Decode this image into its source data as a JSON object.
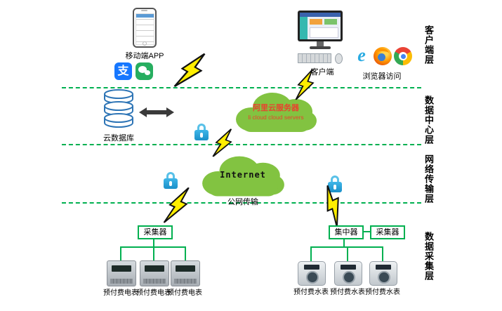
{
  "layer_labels": {
    "client": "客户端层",
    "data_center": "数据中心层",
    "network": "网络传输层",
    "collection": "数据采集层"
  },
  "client_layer": {
    "mobile_app": "移动端APP",
    "client": "客户端",
    "browser": "浏览器访问"
  },
  "data_center_layer": {
    "cloud_db": "云数据库",
    "aliyun_cloud_line1": "阿里云服务器",
    "aliyun_cloud_line2": "li cloud  cloud servers"
  },
  "network_layer": {
    "internet": "Internet",
    "public_net": "公网传输"
  },
  "collection_layer": {
    "collector_left": "采集器",
    "concentrator": "集中器",
    "collector_right": "采集器",
    "electric_meter_labels": [
      "预付费电表",
      "预付费电表",
      "预付费电表"
    ],
    "water_meter_labels": [
      "预付费水表",
      "预付费水表",
      "预付费水表"
    ]
  },
  "icons": {
    "alipay_char": "支"
  },
  "colors": {
    "cloud_green": "#82c341",
    "line_green": "#00b050",
    "bolt_yellow": "#ffee00",
    "lock_blue": "#2ba8e0",
    "alipay_blue": "#1677ff",
    "wechat_green": "#27ae60",
    "cloud_text_red": "#e8432e"
  }
}
